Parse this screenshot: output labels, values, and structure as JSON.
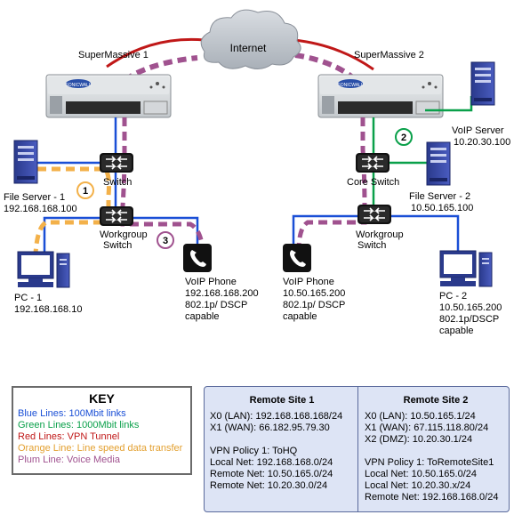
{
  "devices": {
    "internet": "Internet",
    "sm1": "SuperMassive 1",
    "sm2": "SuperMassive 2",
    "sm_brand": "SONICWALL",
    "switch": "Switch",
    "core_switch": "Core Switch",
    "wg_switch1": [
      "Workgroup",
      "Switch"
    ],
    "wg_switch2": [
      "Workgroup",
      "Switch"
    ],
    "fs1": [
      "File Server - 1",
      "192.168.168.100"
    ],
    "fs2": [
      "File Server - 2",
      "10.50.165.100"
    ],
    "pc1": [
      "PC - 1",
      "192.168.168.10"
    ],
    "pc2": [
      "PC - 2",
      "10.50.165.200",
      "802.1p/DSCP",
      "capable"
    ],
    "voip1": [
      "VoIP Phone",
      "192.168.168.200",
      "802.1p/ DSCP",
      "capable"
    ],
    "voip2": [
      "VoIP Phone",
      "10.50.165.200",
      "802.1p/ DSCP",
      "capable"
    ],
    "voip_server": [
      "VoIP Server",
      "10.20.30.100"
    ]
  },
  "badges": [
    "1",
    "2",
    "3"
  ],
  "colors": {
    "blue": "#1a4fd6",
    "green": "#0aa04a",
    "red": "#c01818",
    "orange": "#f3b14a",
    "plum": "#a0528f",
    "panel": "#dde4f5"
  },
  "key": {
    "title": "KEY",
    "items": [
      {
        "text": "Blue Lines: 100Mbit links",
        "color": "#1a4fd6"
      },
      {
        "text": "Green Lines: 1000Mbit links",
        "color": "#0aa04a"
      },
      {
        "text": "Red Lines: VPN Tunnel",
        "color": "#c01818"
      },
      {
        "text": "Orange Line: Line speed data transfer",
        "color": "#e3a030"
      },
      {
        "text": "Plum Line: Voice Media",
        "color": "#a0528f"
      }
    ]
  },
  "remote_sites": [
    {
      "title": "Remote Site 1",
      "lines1": [
        "X0 (LAN): 192.168.168.168/24",
        "X1 (WAN): 66.182.95.79.30"
      ],
      "lines2": [
        "VPN Policy 1: ToHQ",
        "Local Net: 192.168.168.0/24",
        "Remote Net: 10.50.165.0/24",
        "Remote Net: 10.20.30.0/24"
      ]
    },
    {
      "title": "Remote Site 2",
      "lines1": [
        "X0 (LAN): 10.50.165.1/24",
        "X1 (WAN): 67.115.118.80/24",
        "X2 (DMZ): 10.20.30.1/24"
      ],
      "lines2": [
        "VPN Policy 1: ToRemoteSite1",
        "Local Net: 10.50.165.0/24",
        "Local Net: 10.20.30.x/24",
        "Remote Net: 192.168.168.0/24"
      ]
    }
  ]
}
